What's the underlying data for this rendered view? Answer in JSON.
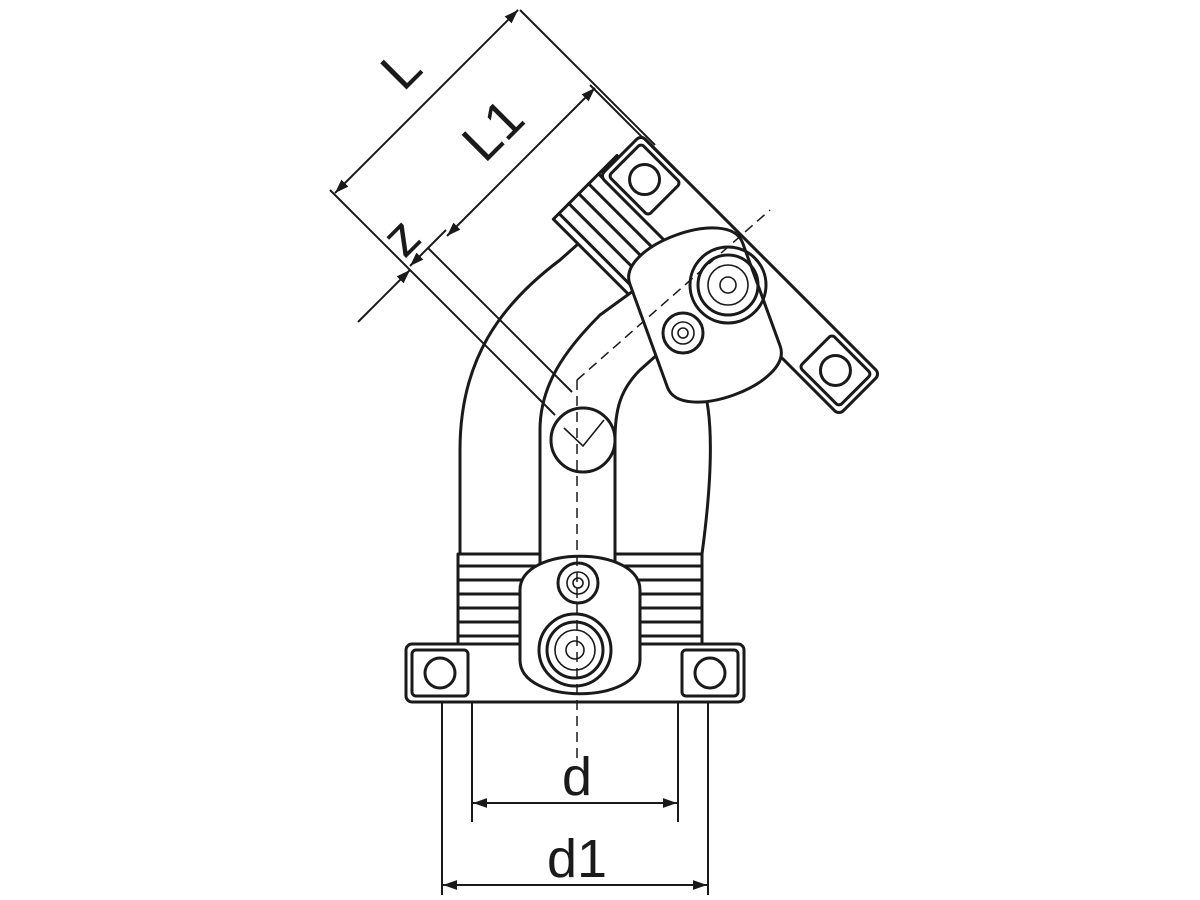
{
  "diagram": {
    "dimensions": {
      "L": "L",
      "L1": "L1",
      "z": "z",
      "d": "d",
      "d1": "d1"
    }
  }
}
